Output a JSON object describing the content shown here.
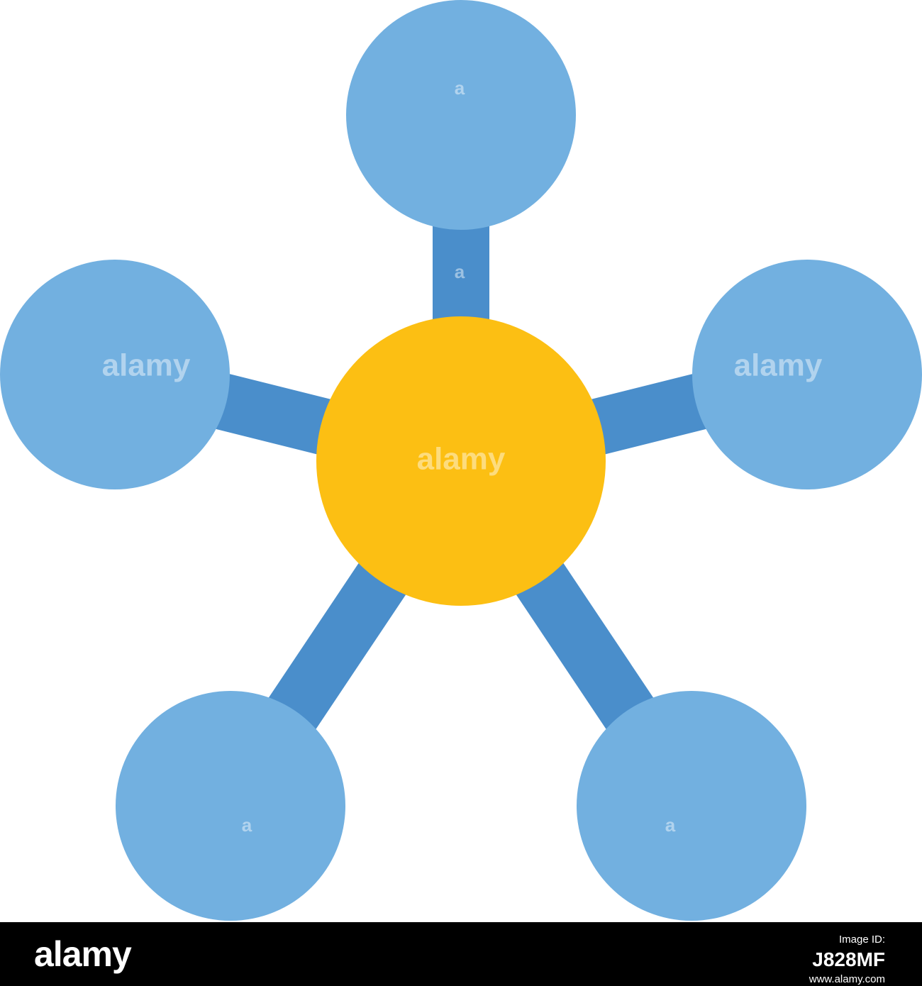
{
  "icon": {
    "hub_color": "#FCBF13",
    "node_color": "#72B0E0",
    "link_color": "#4A8ECB",
    "node_count": 5
  },
  "watermark": {
    "word": "alamy",
    "letter": "a"
  },
  "footer": {
    "logo": "alamy",
    "image_id_label": "Image ID:",
    "image_id": "J828MF",
    "url": "www.alamy.com"
  }
}
